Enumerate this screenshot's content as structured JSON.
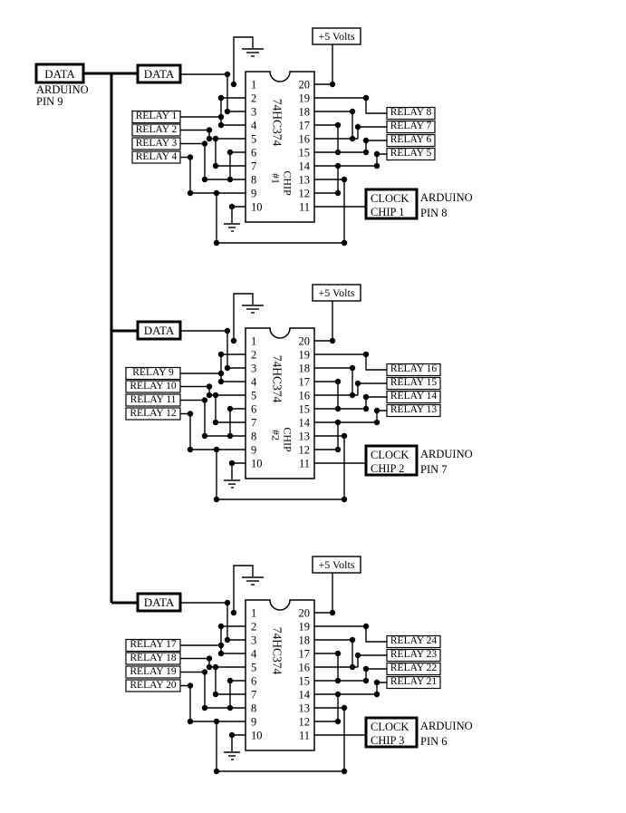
{
  "colors": {
    "wire": "#000000",
    "background": "#ffffff"
  },
  "source": {
    "box_label": "DATA",
    "line1": "ARDUINO",
    "line2": "PIN 9"
  },
  "chip_pins": {
    "left": [
      "1",
      "2",
      "3",
      "4",
      "5",
      "6",
      "7",
      "8",
      "9",
      "10"
    ],
    "right": [
      "20",
      "19",
      "18",
      "17",
      "16",
      "15",
      "14",
      "13",
      "12",
      "11"
    ]
  },
  "sections": [
    {
      "data_label": "DATA",
      "power_label": "+5 Volts",
      "chip_label": "74HC374",
      "chip_sublabel_line1": "CHIP",
      "chip_sublabel_line2": "#1",
      "relays_left": [
        "RELAY 1",
        "RELAY 2",
        "RELAY 3",
        "RELAY 4"
      ],
      "relays_right": [
        "RELAY 8",
        "RELAY 7",
        "RELAY 6",
        "RELAY 5"
      ],
      "clock_line1": "CLOCK",
      "clock_line2": "CHIP 1",
      "arduino_line1": "ARDUINO",
      "arduino_line2": "PIN 8"
    },
    {
      "data_label": "DATA",
      "power_label": "+5 Volts",
      "chip_label": "74HC374",
      "chip_sublabel_line1": "CHIP",
      "chip_sublabel_line2": "#2",
      "relays_left": [
        "RELAY 9",
        "RELAY 10",
        "RELAY 11",
        "RELAY 12"
      ],
      "relays_right": [
        "RELAY 16",
        "RELAY 15",
        "RELAY 14",
        "RELAY 13"
      ],
      "clock_line1": "CLOCK",
      "clock_line2": "CHIP 2",
      "arduino_line1": "ARDUINO",
      "arduino_line2": "PIN 7"
    },
    {
      "data_label": "DATA",
      "power_label": "+5 Volts",
      "chip_label": "74HC374",
      "chip_sublabel_line1": null,
      "chip_sublabel_line2": null,
      "relays_left": [
        "RELAY 17",
        "RELAY 18",
        "RELAY 19",
        "RELAY 20"
      ],
      "relays_right": [
        "RELAY 24",
        "RELAY 23",
        "RELAY 22",
        "RELAY 21"
      ],
      "clock_line1": "CLOCK",
      "clock_line2": "CHIP 3",
      "arduino_line1": "ARDUINO",
      "arduino_line2": "PIN 6"
    }
  ]
}
